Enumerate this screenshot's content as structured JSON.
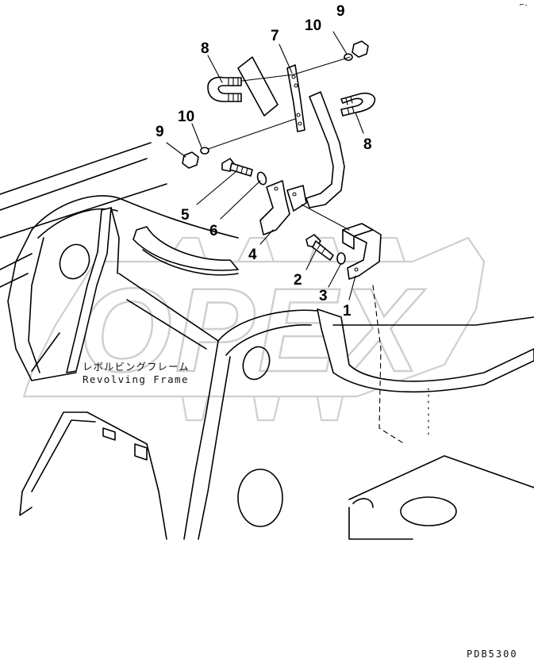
{
  "callouts": {
    "c1": "1",
    "c2": "2",
    "c3": "3",
    "c4": "4",
    "c5": "5",
    "c6": "6",
    "c7": "7",
    "c8a": "8",
    "c8b": "8",
    "c9a": "9",
    "c9b": "9",
    "c10a": "10",
    "c10b": "10"
  },
  "labels": {
    "jp": "レボルビングフレーム",
    "en": "Revolving Frame"
  },
  "watermark": {
    "text": "OPEX",
    "color": "#cfcfcf"
  },
  "drawing_code": "PDB5300",
  "corner_mark": "⌐-"
}
